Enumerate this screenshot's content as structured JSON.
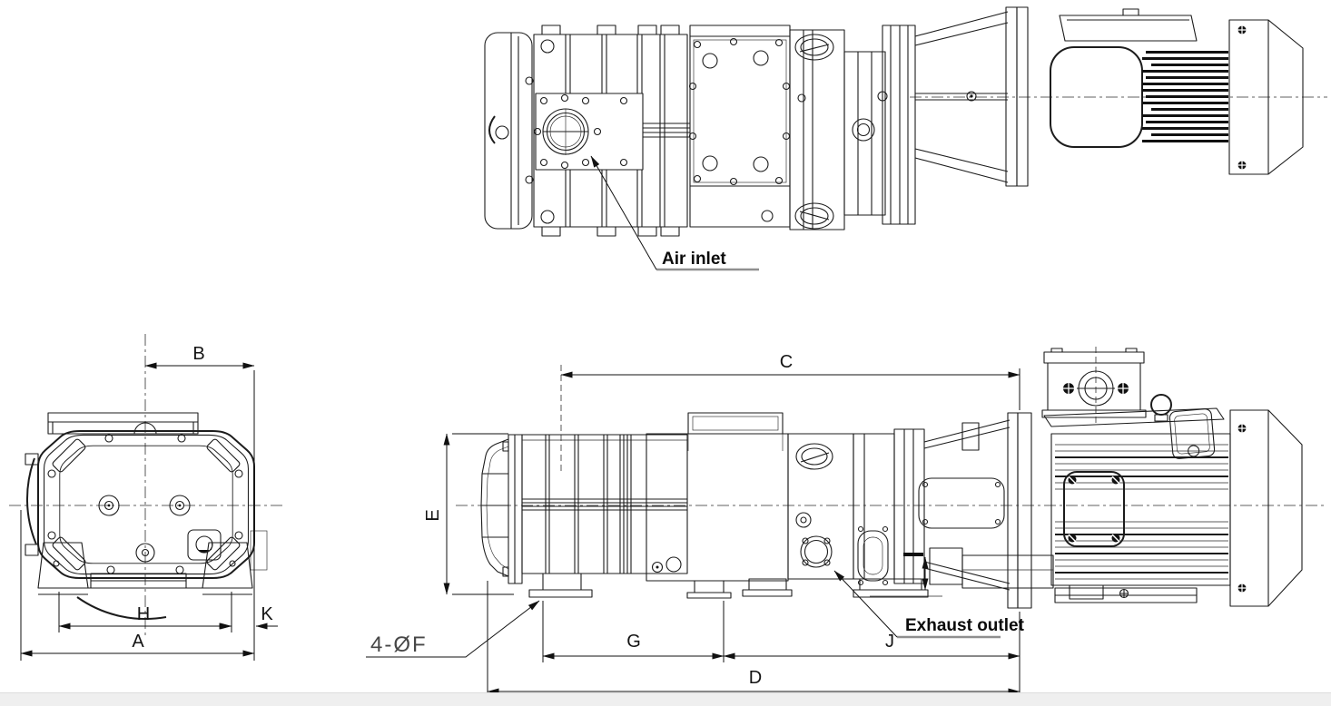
{
  "drawing": {
    "annotations": {
      "air_inlet": "Air inlet",
      "exhaust_outlet": "Exhaust outlet",
      "bolt_note": "4-ØF"
    },
    "dimensions": {
      "A": "A",
      "B": "B",
      "C": "C",
      "D": "D",
      "E": "E",
      "G": "G",
      "H": "H",
      "J": "J",
      "K": "K"
    },
    "colors": {
      "line": "#1c1c1c",
      "annotation_underline": "#8f8f8f",
      "background": "#ffffff",
      "footer_strip": "#efefef"
    }
  }
}
